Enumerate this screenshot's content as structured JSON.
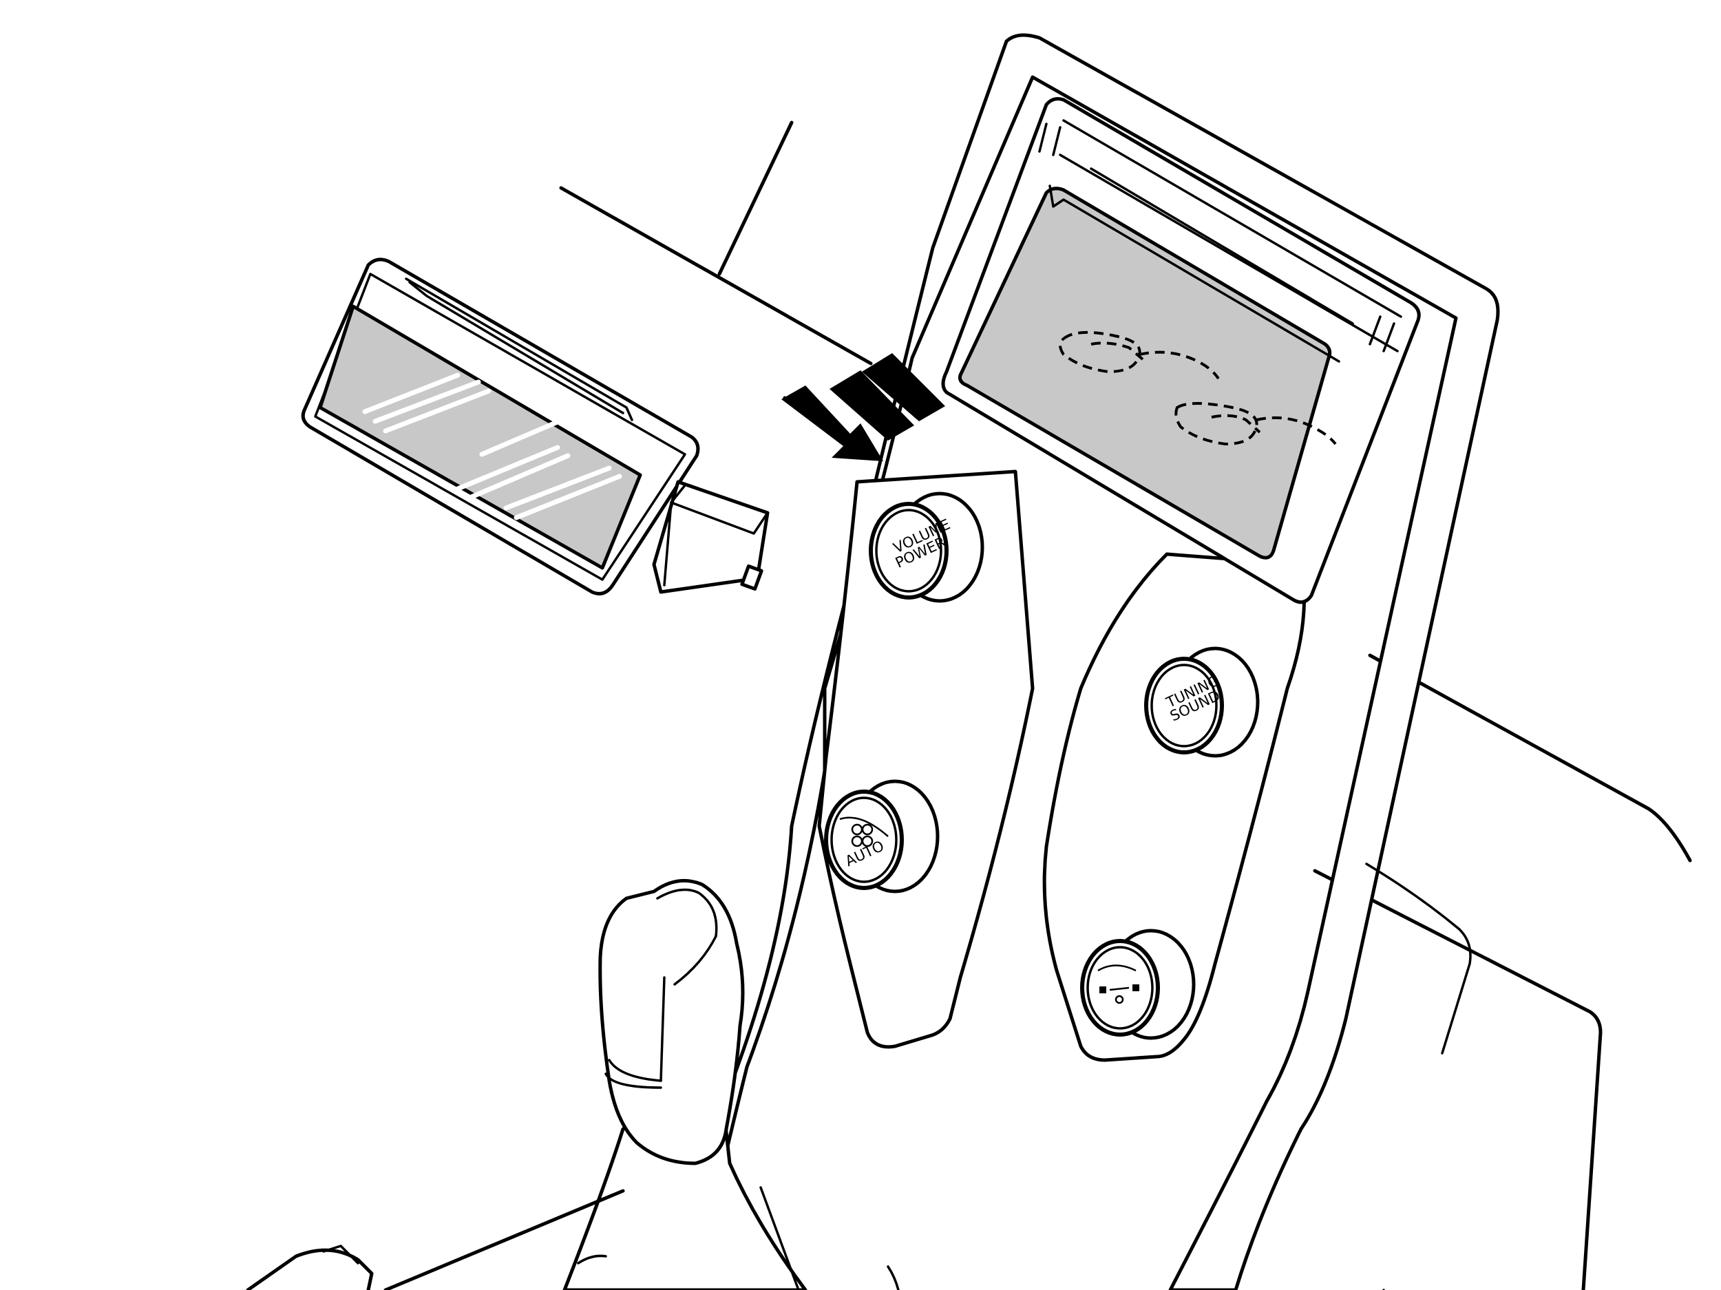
{
  "knobs": {
    "volume": {
      "line1": "VOLUME",
      "line2": "POWER"
    },
    "tuning": {
      "line1": "TUNING",
      "line2": "SOUND"
    },
    "auto": {
      "label": "AUTO"
    }
  },
  "colors": {
    "line": "#000000",
    "screen": "#c8c8c8",
    "background": "#ffffff"
  },
  "icons": {
    "removal_arrow": "arrow-left-icon",
    "fan_symbol": "fan-icon",
    "temperature_symbol": "temperature-icon"
  }
}
